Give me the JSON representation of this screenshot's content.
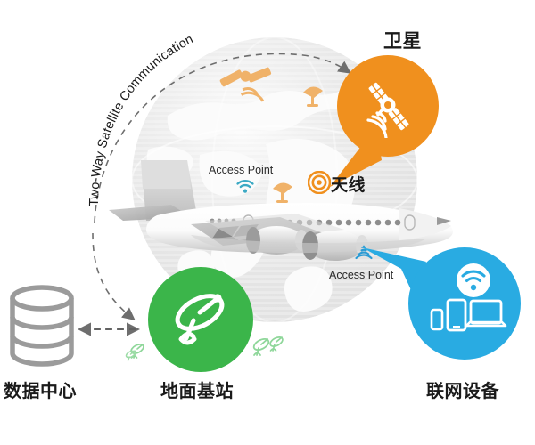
{
  "diagram": {
    "title_curved": "Two-Way Satellite Communication",
    "colors": {
      "satellite_orange": "#F0901E",
      "ground_green": "#3BB54A",
      "device_blue": "#29ABE2",
      "datacenter_gray": "#9B9B9B",
      "access_point_teal": "#3BA9C4",
      "background": "#FFFFFF",
      "globe_gray": "#EDEDED"
    },
    "nodes": [
      {
        "id": "satellite",
        "label": "卫星",
        "icon": "satellite-icon",
        "color": "#F0901E",
        "shape": "speech-bubble-circle"
      },
      {
        "id": "antenna",
        "label": "天线",
        "icon": "antenna-signal-icon",
        "color": "#F0901E",
        "shape": "inline-label"
      },
      {
        "id": "ground-station",
        "label": "地面基站",
        "icon": "satellite-dish-icon",
        "color": "#3BB54A",
        "shape": "circle"
      },
      {
        "id": "connected-devices",
        "label": "联网设备",
        "icon": "devices-icon",
        "color": "#29ABE2",
        "shape": "speech-bubble-circle"
      },
      {
        "id": "data-center",
        "label": "数据中心",
        "icon": "database-icon",
        "color": "#9B9B9B",
        "shape": "cylinder"
      }
    ],
    "access_points": [
      {
        "label": "Access Point",
        "icon": "wifi-icon",
        "position": "cabin-forward"
      },
      {
        "label": "Access Point",
        "icon": "wifi-icon",
        "position": "cabin-aft"
      }
    ],
    "background_objects": [
      {
        "name": "globe",
        "icon": "world-globe"
      },
      {
        "name": "aircraft",
        "icon": "airplane-side-view"
      }
    ],
    "connectors": [
      {
        "name": "satellite-uplink-arc",
        "style": "dashed-curved-arrow",
        "direction": "up-right"
      },
      {
        "name": "ground-downlink-arc",
        "style": "dashed-curved-arrow",
        "direction": "down-right"
      },
      {
        "name": "datacenter-link",
        "style": "dashed-double-arrow",
        "direction": "bidirectional"
      }
    ]
  }
}
